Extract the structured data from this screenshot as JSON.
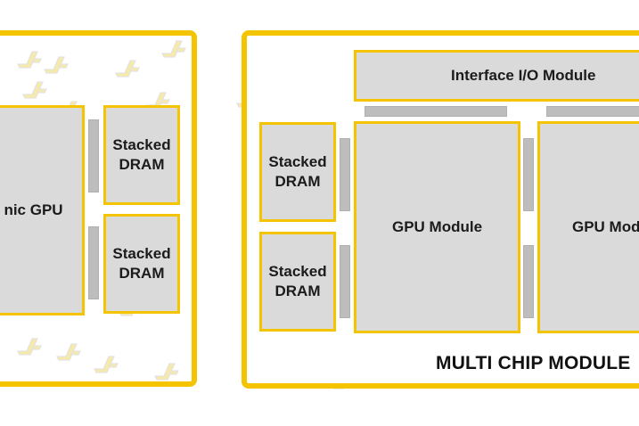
{
  "colors": {
    "package_border": "#f5c400",
    "block_fill": "#dadada",
    "bridge_fill": "#bdbdbd",
    "background": "#ffffff"
  },
  "watermark_icon": "chevron-logo-icon",
  "monolithic": {
    "gpu_label": "nic GPU",
    "dram_top": [
      "Stacked",
      "DRAM"
    ],
    "dram_bottom": [
      "Stacked",
      "DRAM"
    ]
  },
  "mcm": {
    "interface_label": "Interface I/O Module",
    "dram_top": [
      "Stacked",
      "DRAM"
    ],
    "dram_bottom": [
      "Stacked",
      "DRAM"
    ],
    "gpu_module_1": "GPU Module",
    "gpu_module_2": "GPU Mod",
    "title": "MULTI CHIP MODULE"
  }
}
